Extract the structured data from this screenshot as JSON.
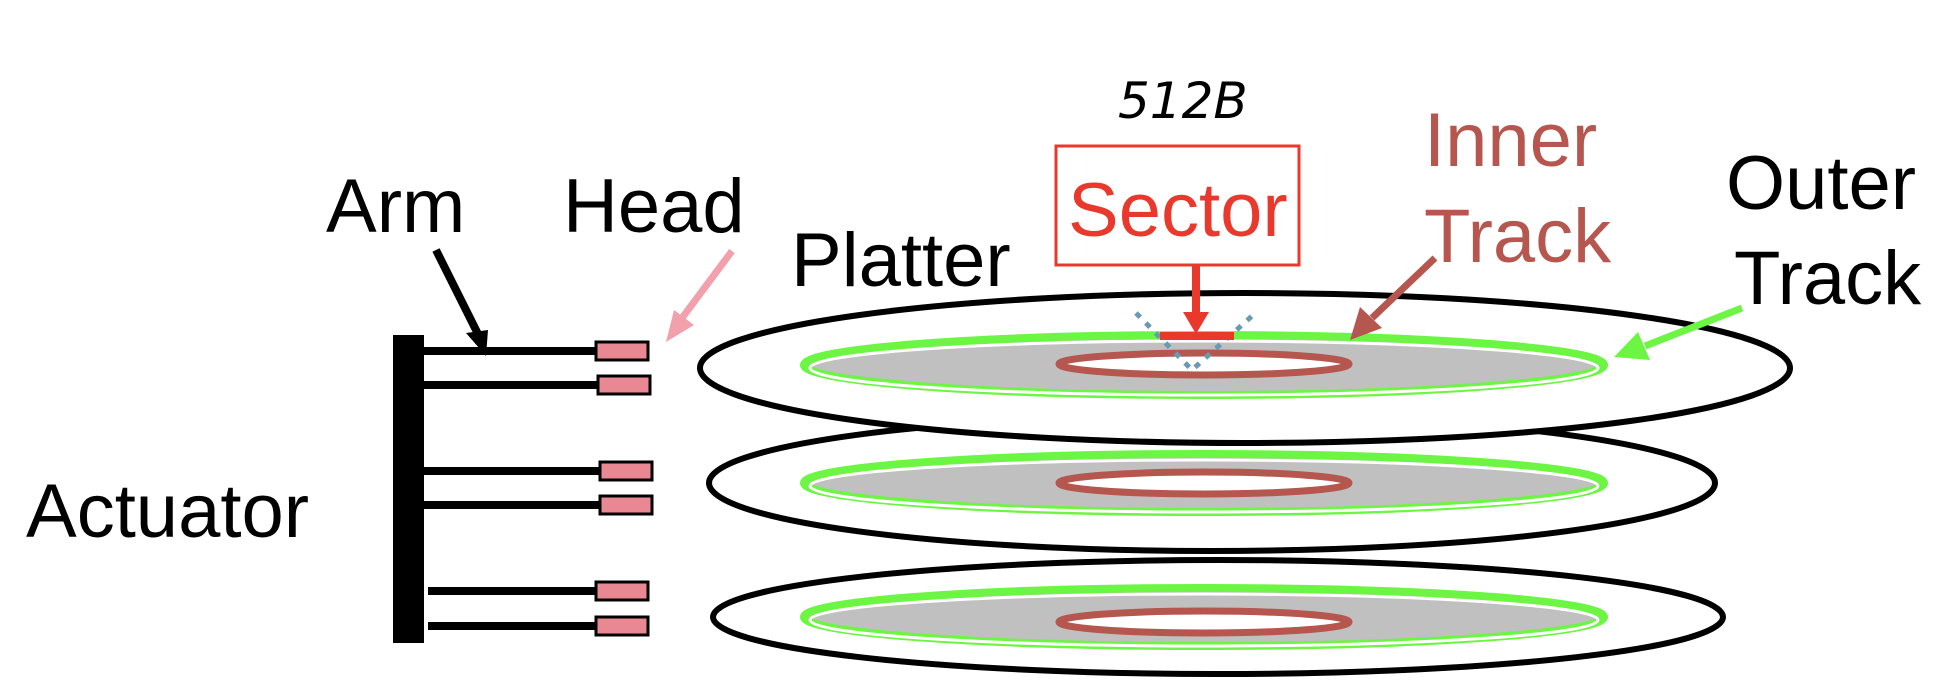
{
  "labels": {
    "arm": "Arm",
    "head": "Head",
    "platter": "Platter",
    "sector": "Sector",
    "inner_track_line1": "Inner",
    "inner_track_line2": "Track",
    "outer_track_line1": "Outer",
    "outer_track_line2": "Track",
    "actuator": "Actuator",
    "sector_size_note": "512B"
  },
  "colors": {
    "outline": "#000000",
    "track_fill": "#c0c0c0",
    "outer_track": "#6cf542",
    "inner_track": "#b5564f",
    "sector": "#e8392c",
    "head_fill": "#e98893",
    "head_arrow": "#f1a0ac",
    "sector_highlight": "#6a9ab2"
  }
}
